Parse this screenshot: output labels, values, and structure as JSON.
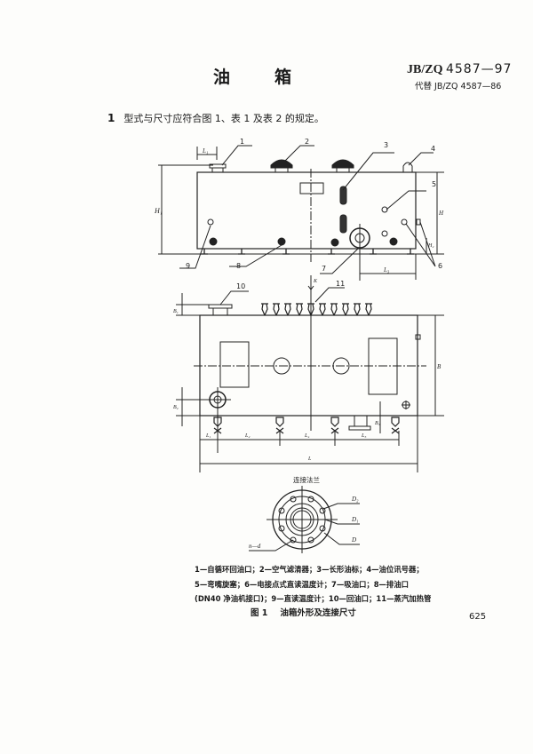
{
  "header": {
    "title_char1": "油",
    "title_char2": "箱",
    "standard_prefix": "JB/ZQ",
    "standard_number": "4587—97",
    "replaces": "代替 JB/ZQ 4587—86"
  },
  "clause": {
    "number": "1",
    "text": "型式与尺寸应符合图 1、表 1 及表 2 的规定。"
  },
  "figure": {
    "callouts": [
      "1",
      "2",
      "3",
      "4",
      "5",
      "6",
      "7",
      "8",
      "9",
      "10",
      "11"
    ],
    "dimension_labels": {
      "L1": "L₁",
      "L2": "L₂",
      "L3": "L₃",
      "L4": "L₄",
      "L5": "L₅",
      "L": "L",
      "H": "H",
      "H1": "H₁",
      "H2": "H₂",
      "B": "B",
      "B1": "B₁",
      "B2": "B₂",
      "B3": "B₃",
      "K": "K"
    },
    "flange_title": "连接法兰",
    "flange_labels": {
      "D2": "D₂",
      "D1": "D₁",
      "D": "D",
      "nd": "n—d"
    }
  },
  "legend": {
    "lines": [
      "1—自循环回油口；2—空气滤清器；3—长形油标；4—油位讯号器；",
      "5—弯嘴旋塞；6—电接点式直读温度计；7—吸油口；8—排油口",
      "(DN40 净油机接口)；9—直读温度计；10—回油口；11—蒸汽加热管"
    ]
  },
  "caption": {
    "label": "图 1",
    "text": "油箱外形及连接尺寸"
  },
  "page_number": "625"
}
